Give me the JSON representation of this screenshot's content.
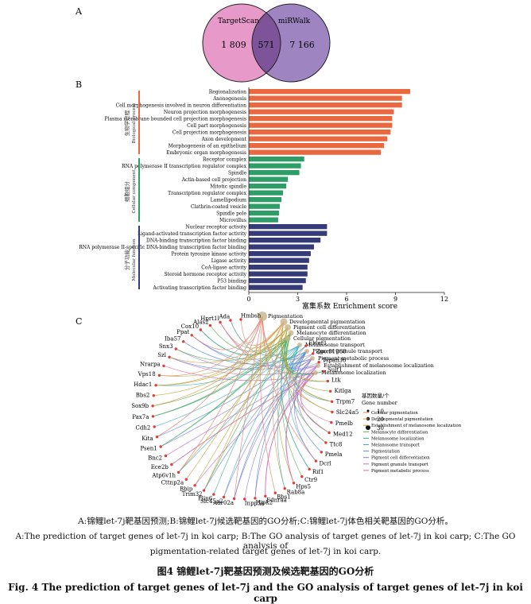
{
  "panel_a": {
    "label": "A",
    "left_name": "TargetScan",
    "right_name": "miRWalk",
    "left_only": "1 809",
    "overlap": "571",
    "right_only": "7 166"
  },
  "panel_b": {
    "label": "B",
    "xlabel": "富集系数 Enrichment score",
    "xticks": [
      "0",
      "3",
      "6",
      "9",
      "12"
    ],
    "colors": {
      "bp": "#E9683F",
      "cc": "#2E9E66",
      "mf": "#353A78"
    },
    "groups": [
      {
        "cn": "生物学过程",
        "en": "Biological process"
      },
      {
        "cn": "细胞组分",
        "en": "Cellular component"
      },
      {
        "cn": "分子功能",
        "en": "Molecular function"
      }
    ]
  },
  "chart_data": {
    "type": "bar",
    "orientation": "horizontal",
    "xlabel": "富集系数 Enrichment score",
    "xlim": [
      0,
      12
    ],
    "categories": [
      "Regionalization",
      "Axonogenesis",
      "Cell morphogenesis involved in neuron differentiation",
      "Neuron projection morphogenesis",
      "Plasma membrane bounded cell projection morphogenesis",
      "Cell part morphogenesis",
      "Cell projection morphogenesis",
      "Axon development",
      "Morphogenesis of an epithelium",
      "Embryonic organ morphogenesis",
      "Receptor complex",
      "RNA polymerase II transcription regulator complex",
      "Spindle",
      "Actin-based cell projection",
      "Mitotic spindle",
      "Transcription regulator complex",
      "Lamellipodium",
      "Clathrin-coated vesicle",
      "Spindle pole",
      "Microvillus",
      "Nuclear receptor activity",
      "Ligand-activated transcription factor activity",
      "DNA-binding transcription factor binding",
      "RNA polymerase II-specific DNA-binding transcription factor binding",
      "Protein tyrosine kinase activity",
      "Ligase activity",
      "CoA-ligase activity",
      "Steroid hormone receptor activity",
      "P53 binding",
      "Activating transcription factor binding"
    ],
    "values": [
      9.9,
      9.4,
      9.4,
      8.9,
      8.8,
      8.8,
      8.7,
      8.5,
      8.3,
      8.1,
      3.4,
      3.2,
      3.1,
      2.4,
      2.3,
      2.1,
      2.0,
      1.9,
      1.85,
      1.8,
      4.8,
      4.8,
      4.4,
      4.0,
      3.8,
      3.7,
      3.6,
      3.6,
      3.5,
      3.3
    ],
    "groups": [
      "bp",
      "bp",
      "bp",
      "bp",
      "bp",
      "bp",
      "bp",
      "bp",
      "bp",
      "bp",
      "cc",
      "cc",
      "cc",
      "cc",
      "cc",
      "cc",
      "cc",
      "cc",
      "cc",
      "cc",
      "mf",
      "mf",
      "mf",
      "mf",
      "mf",
      "mf",
      "mf",
      "mf",
      "mf",
      "mf"
    ]
  },
  "panel_c": {
    "label": "C",
    "genes": [
      "Hmbsh",
      "Ada",
      "Hprt1l",
      "Alas2",
      "Cox10",
      "Ppat",
      "Iba57",
      "Snx3",
      "Szl",
      "Nrarpa",
      "Vps18",
      "Hdac1",
      "Bbs2",
      "Sox9b",
      "Pax7a",
      "Cdh2",
      "Kita",
      "Psen1",
      "Bnc2",
      "Ece2b",
      "Atp6v1h",
      "Cttnp2a",
      "Bbip",
      "Trim32",
      "Plin6",
      "Slc45a2",
      "Adr02a",
      "Inpp5e",
      "Hjpk2",
      "Ednraa",
      "Bbs1",
      "Rab8a",
      "Hps5",
      "Ctr9",
      "Rif1",
      "Dcrl",
      "Pmela",
      "Ttc8",
      "Med12",
      "Pmelb",
      "Slc24a5",
      "Trpm7",
      "Kitlga",
      "Ltk",
      "Sulf1",
      "Tspan36",
      "Zgc:91968",
      "Flver1"
    ],
    "terms": [
      "Pigmentation",
      "Developmental pigmentation",
      "Pigment cell differentiation",
      "Melanocyte differentiation",
      "Cellular pigmentation",
      "Melanosome transport",
      "Pigment granule transport",
      "Pigment metabolic process",
      "Establishment of melanosome localization",
      "Melanosome localization"
    ],
    "size_legend_title_cn": "基因数量/个",
    "size_legend_title_en": "Gene number",
    "size_legend_values": [
      "10",
      "20",
      "30"
    ],
    "term_legend": [
      {
        "label": "Cellular pigmentation",
        "color": "#E27A6A"
      },
      {
        "label": "Developmental pigmentation",
        "color": "#D9963C"
      },
      {
        "label": "Establishment of melanosome localization",
        "color": "#B5A635"
      },
      {
        "label": "Melanocyte differentiation",
        "color": "#5FAE4F"
      },
      {
        "label": "Melanosome localization",
        "color": "#3DB08F"
      },
      {
        "label": "Melanosome transport",
        "color": "#3EAFC7"
      },
      {
        "label": "Pigmentation",
        "color": "#4C8CD6"
      },
      {
        "label": "Pigment cell differentiation",
        "color": "#8F7BD6"
      },
      {
        "label": "Pigment granule transport",
        "color": "#C66FC9"
      },
      {
        "label": "Pigment metabolic process",
        "color": "#E0689B"
      }
    ]
  },
  "captions": {
    "line1": "A:锦鲤let-7j靶基因预测;B:锦鲤let-7j候选靶基因的GO分析;C:锦鲤let-7j体色相关靶基因的GO分析。",
    "line2": "A:The prediction of target genes of let-7j in koi carp; B:The GO analysis of target genes of let-7j in koi carp; C:The GO analysis of",
    "line3": "pigmentation-related target genes of let-7j in koi carp.",
    "title_cn": "图4   锦鲤let-7j靶基因预测及候选靶基因的GO分析",
    "title_en": "Fig. 4   The prediction of target genes of let-7j and the GO analysis of target genes of let-7j in koi carp"
  }
}
